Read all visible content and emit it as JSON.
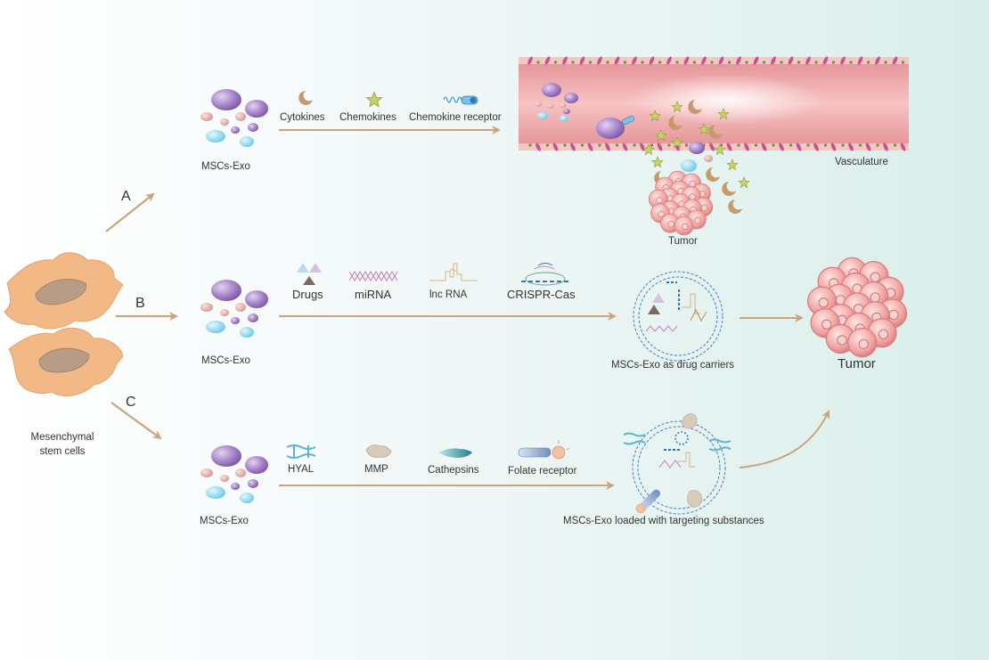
{
  "source_cell": {
    "label_line1": "Mesenchymal",
    "label_line2": "stem cells"
  },
  "branches": {
    "A": {
      "letter": "A",
      "exo_label": "MSCs-Exo",
      "factors": [
        "Cytokines",
        "Chemokines",
        "Chemokine receptor"
      ],
      "vasculature_label": "Vasculature",
      "tumor_label": "Tumor"
    },
    "B": {
      "letter": "B",
      "exo_label": "MSCs-Exo",
      "cargo": [
        "Drugs",
        "miRNA",
        "lnc RNA",
        "CRISPR-Cas"
      ],
      "carrier_label": "MSCs-Exo as drug carriers",
      "tumor_label": "Tumor"
    },
    "C": {
      "letter": "C",
      "exo_label": "MSCs-Exo",
      "targets": [
        "HYAL",
        "MMP",
        "Cathepsins",
        "Folate receptor"
      ],
      "loaded_label": "MSCs-Exo loaded with targeting substances"
    }
  },
  "colors": {
    "arrow": "#c8a57c",
    "cell": "#f0b882",
    "nucleus": "#b89a82",
    "vessel": "#ef9ea2",
    "tumor": "#f3a4a2",
    "exo_purple": "#9f7dc4",
    "exo_pink": "#e8b0ae",
    "exo_blue": "#8fd6ef"
  }
}
